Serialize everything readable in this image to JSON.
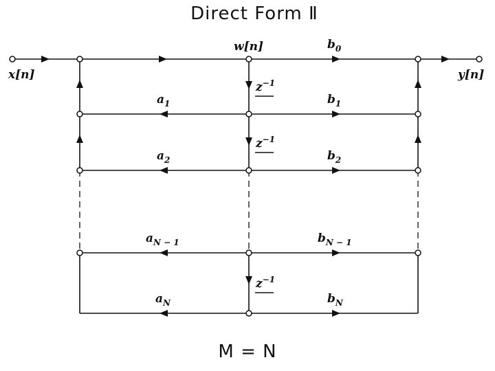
{
  "title": "Direct Form Ⅱ",
  "footer": "M = N",
  "signals": {
    "input": "x[n]",
    "state": "w[n]",
    "output": "y[n]"
  },
  "delay": {
    "base": "z",
    "exp": "−1"
  },
  "feedback": [
    {
      "base": "a",
      "sub": "1"
    },
    {
      "base": "a",
      "sub": "2"
    },
    {
      "base": "a",
      "sub": "N − 1"
    },
    {
      "base": "a",
      "sub": "N"
    }
  ],
  "feedforward": [
    {
      "base": "b",
      "sub": "0"
    },
    {
      "base": "b",
      "sub": "1"
    },
    {
      "base": "b",
      "sub": "2"
    },
    {
      "base": "b",
      "sub": "N − 1"
    },
    {
      "base": "b",
      "sub": "N"
    }
  ]
}
